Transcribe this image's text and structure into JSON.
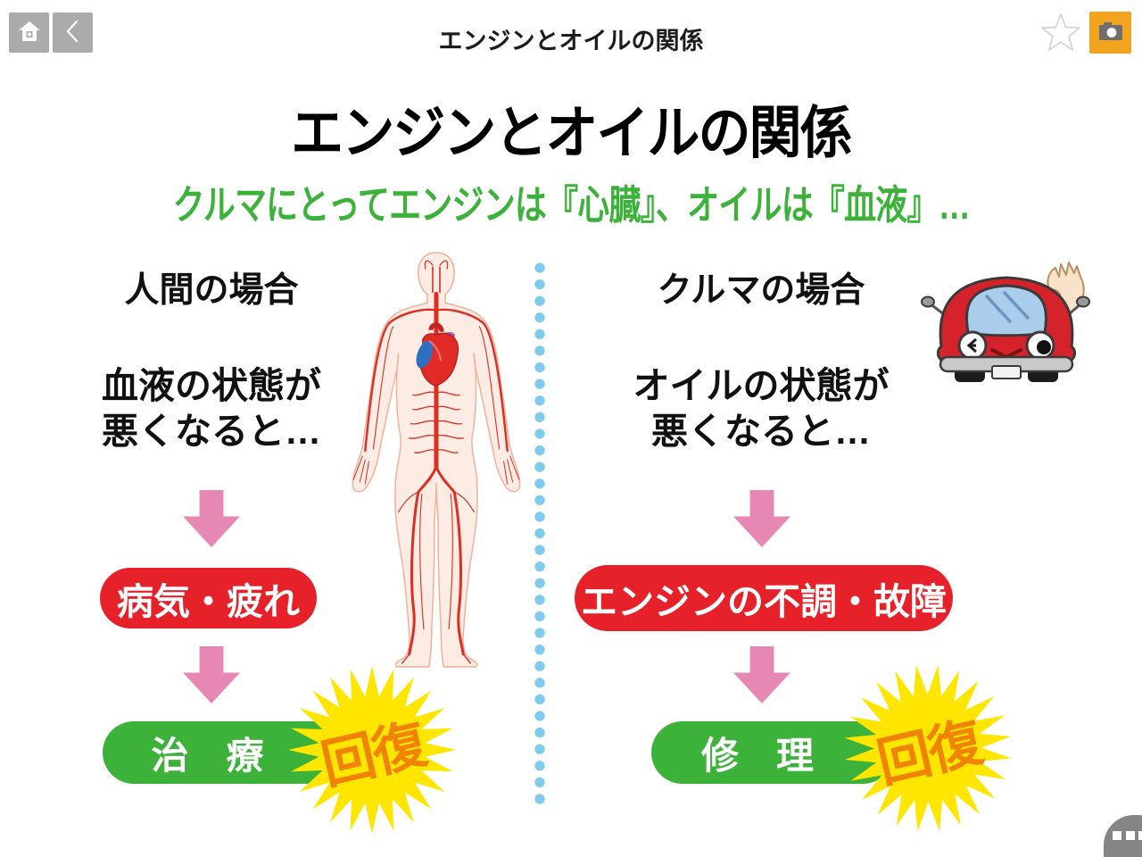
{
  "top_bar": {
    "title": "エンジンとオイルの関係",
    "icons": {
      "home": "home-icon",
      "back": "back-chevron-icon",
      "favorite": "star-outline-icon",
      "camera": "camera-icon"
    }
  },
  "slide": {
    "title": "エンジンとオイルの関係",
    "subtitle": "クルマにとってエンジンは『心臓』、オイルは『血液』…",
    "left": {
      "header": "人間の場合",
      "condition_line1": "血液の状態が",
      "condition_line2": "悪くなると…",
      "problem": "病気・疲れ",
      "solution": "治　療",
      "burst_label": "回復",
      "illustration": "human-circulatory-system"
    },
    "right": {
      "header": "クルマの場合",
      "condition_line1": "オイルの状態が",
      "condition_line2": "悪くなると…",
      "problem": "エンジンの不調・故障",
      "solution": "修　理",
      "burst_label": "回復",
      "illustration": "red-cartoon-car-with-ok-hand"
    }
  },
  "bottom_bar": {
    "drawer_icon": "three-dots-drawer"
  },
  "colors": {
    "green": "#3cb23b",
    "red": "#e62129",
    "arrow_pink": "#e787b3",
    "burst_yellow": "#ffe600",
    "burst_text_orange": "#f08300",
    "divider_blue": "#7ecbee",
    "nav_gray": "#ababab",
    "camera_orange": "#f2a41f",
    "drawer_gray": "#858585"
  }
}
